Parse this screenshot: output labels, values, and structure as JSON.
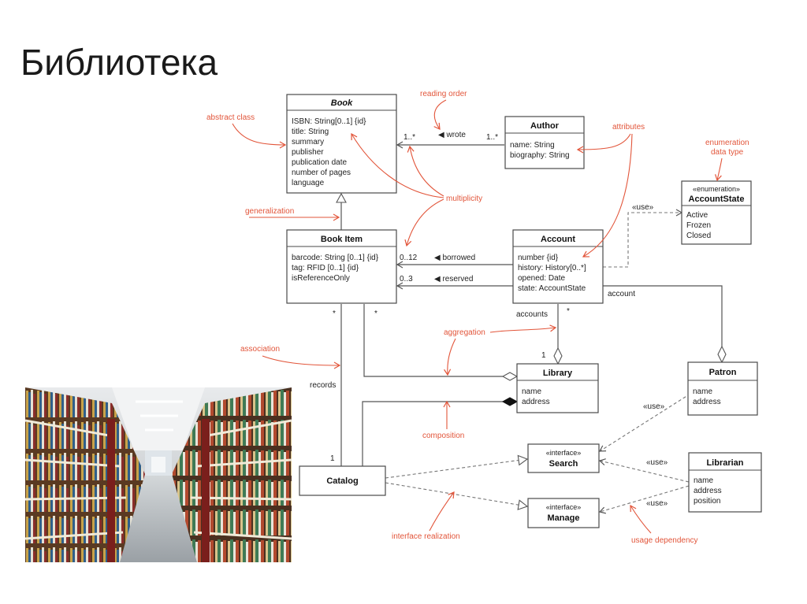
{
  "page": {
    "title": "Библиотека"
  },
  "classes": {
    "book": {
      "name": "Book",
      "attributes": [
        "ISBN: String[0..1] {id}",
        "title: String",
        "summary",
        "publisher",
        "publication date",
        "number of pages",
        "language"
      ]
    },
    "author": {
      "name": "Author",
      "attributes": [
        "name: String",
        "biography: String"
      ]
    },
    "account_state": {
      "stereotype": "«enumeration»",
      "name": "AccountState",
      "literals": [
        "Active",
        "Frozen",
        "Closed"
      ]
    },
    "book_item": {
      "name": "Book Item",
      "attributes": [
        "barcode: String [0..1] {id}",
        "tag: RFID [0..1] {id}",
        "isReferenceOnly"
      ]
    },
    "account": {
      "name": "Account",
      "attributes": [
        "number {id}",
        "history: History[0..*]",
        "opened: Date",
        "state: AccountState"
      ]
    },
    "library": {
      "name": "Library",
      "attributes": [
        "name",
        "address"
      ]
    },
    "patron": {
      "name": "Patron",
      "attributes": [
        "name",
        "address"
      ]
    },
    "catalog": {
      "name": "Catalog"
    },
    "search": {
      "stereotype": "«interface»",
      "name": "Search"
    },
    "manage": {
      "stereotype": "«interface»",
      "name": "Manage"
    },
    "librarian": {
      "name": "Librarian",
      "attributes": [
        "name",
        "address",
        "position"
      ]
    }
  },
  "relations": {
    "wrote": "◀ wrote",
    "wrote_mult_book": "1..*",
    "wrote_mult_author": "1..*",
    "borrowed": "◀ borrowed",
    "borrowed_mult": "0..12",
    "reserved": "◀ reserved",
    "reserved_mult": "0..3",
    "use_enum": "«use»",
    "account_role": "account",
    "accounts_role": "accounts",
    "accounts_star": "*",
    "library_one": "1",
    "records_role": "records",
    "bookitem_star_left": "*",
    "bookitem_star_right": "*",
    "catalog_one": "1",
    "use_patron": "«use»",
    "use_search": "«use»",
    "use_manage": "«use»"
  },
  "annotations": {
    "reading_order": "reading order",
    "abstract_class": "abstract class",
    "attributes": "attributes",
    "enumeration": "enumeration",
    "data_type": "data type",
    "multiplicity": "multiplicity",
    "generalization": "generalization",
    "aggregation": "aggregation",
    "association": "association",
    "composition": "composition",
    "interface_realization": "interface realization",
    "usage_dependency": "usage dependency"
  },
  "photo": {
    "description_icon": "library-bookshelves-photo"
  },
  "colors": {
    "annotation": "#e2553a",
    "line": "#555555",
    "title": "#1a1a1a"
  }
}
